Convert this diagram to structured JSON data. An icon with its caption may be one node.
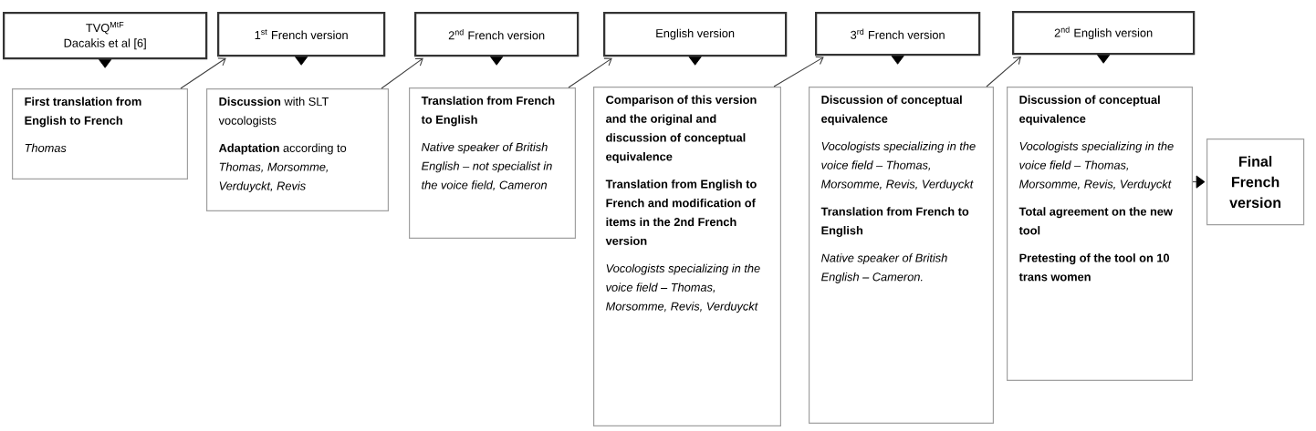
{
  "diagram": {
    "nodes": [
      {
        "text": [
          "TVQ$^{MtF}$",
          "Dacakis et al [6]"
        ]
      },
      {
        "text": [
          "**First translation from English to French**",
          "*Thomas*"
        ]
      },
      {
        "text": [
          "1$^{st}$ French version"
        ]
      },
      {
        "text": [
          "**Discussion** with SLT vocologists",
          "**Adaptation** according to *Thomas, Morsomme, Verduyckt, Revis*"
        ]
      },
      {
        "text": [
          "2$^{nd}$ French version"
        ]
      },
      {
        "text": [
          "**Translation from French to English**",
          "*Native speaker of British English – not specialist in the voice field, Cameron*"
        ]
      },
      {
        "text": [
          "English version"
        ]
      },
      {
        "text": [
          "**Comparison of this version and the original and discussion of conceptual equivalence**",
          "**Translation from English to French and modification of items in the 2nd French version**",
          "*Vocologists specializing in the voice field – Thomas, Morsomme, Revis, Verduyckt*"
        ]
      },
      {
        "text": [
          "3$^{rd}$ French version"
        ]
      },
      {
        "text": [
          "**Discussion of conceptual equivalence**",
          "*Vocologists specializing in the voice field – Thomas, Morsomme, Revis, Verduyckt*",
          "**Translation from French to English**",
          "*Native speaker of British English – Cameron.*"
        ]
      },
      {
        "text": [
          "2$^{nd}$ English version"
        ]
      },
      {
        "text": [
          "**Discussion of conceptual equivalence**",
          "*Vocologists specializing in the voice field – Thomas, Morsomme, Revis, Verduyckt*",
          "**Total agreement on the new tool**",
          "**Pretesting of the tool on 10 trans women**"
        ]
      },
      {
        "text": [
          "Final French version"
        ]
      }
    ],
    "edges": [
      {
        "from": 0,
        "to": 1,
        "arrow": "to"
      },
      {
        "from": 1,
        "to": 2,
        "arrow": "to"
      },
      {
        "from": 2,
        "to": 3,
        "arrow": "to"
      },
      {
        "from": 3,
        "to": 4,
        "arrow": "to"
      },
      {
        "from": 4,
        "to": 5,
        "arrow": "to"
      },
      {
        "from": 5,
        "to": 6,
        "arrow": "to"
      },
      {
        "from": 6,
        "to": 7,
        "arrow": "to"
      },
      {
        "from": 7,
        "to": 8,
        "arrow": "to"
      },
      {
        "from": 8,
        "to": 9,
        "arrow": "to"
      },
      {
        "from": 9,
        "to": 10,
        "arrow": "to"
      },
      {
        "from": 10,
        "to": 11,
        "arrow": "to"
      },
      {
        "from": 11,
        "to": 12,
        "arrow": "to"
      }
    ]
  }
}
